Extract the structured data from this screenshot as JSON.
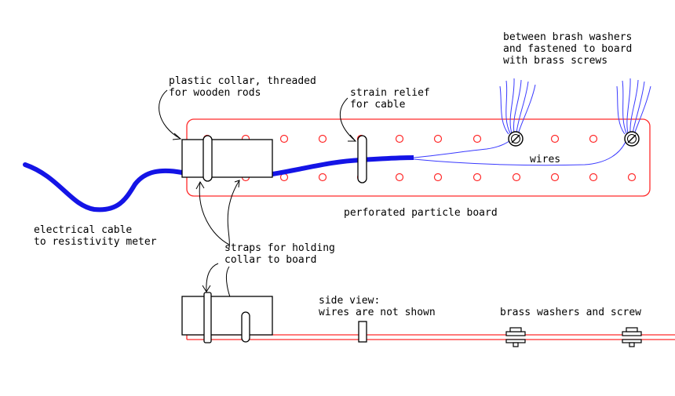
{
  "labels": {
    "plastic_collar_1": "plastic collar, threaded",
    "plastic_collar_2": "for wooden rods",
    "strain_relief_1": "strain relief",
    "strain_relief_2": "for cable",
    "washers_1": "between brash washers",
    "washers_2": "and fastened to board",
    "washers_3": "with brass screws",
    "wires": "wires",
    "particle_board": "perforated particle board",
    "cable_1": "electrical cable",
    "cable_2": "to resistivity meter",
    "straps_1": "straps for holding",
    "straps_2": "collar to board",
    "side_view_1": "side view:",
    "side_view_2": "wires are not shown",
    "brass_washers_screw": "brass washers and screw"
  },
  "colors": {
    "board_outline": "#ff2a2a",
    "cable": "#1414e6",
    "wire": "#3a3aff",
    "ink": "#000000"
  }
}
